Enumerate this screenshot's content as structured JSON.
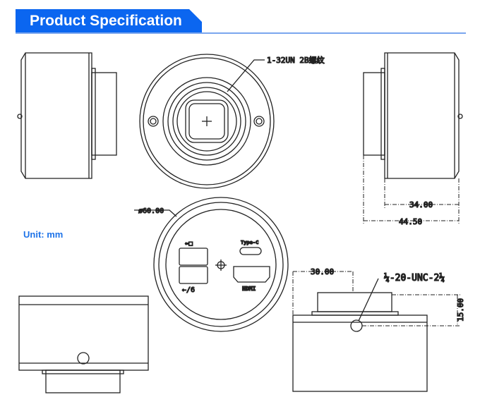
{
  "header": {
    "title": "Product Specification",
    "accent": "#0b66f0"
  },
  "unit_label": "Unit: mm",
  "annotations": {
    "front_thread": "1-32UN 2B螺纹",
    "diameter": "ø60.00",
    "port_usb_top": "⇐□",
    "port_usb_bottom": "⇠/6",
    "port_typec": "Type-C",
    "port_hdmi": "HDMI",
    "dim_34": "34.00",
    "dim_4450": "44.50",
    "dim_30": "30.00",
    "dim_15": "15.00",
    "tripod_thread": "¼-20-UNC-2¼"
  }
}
